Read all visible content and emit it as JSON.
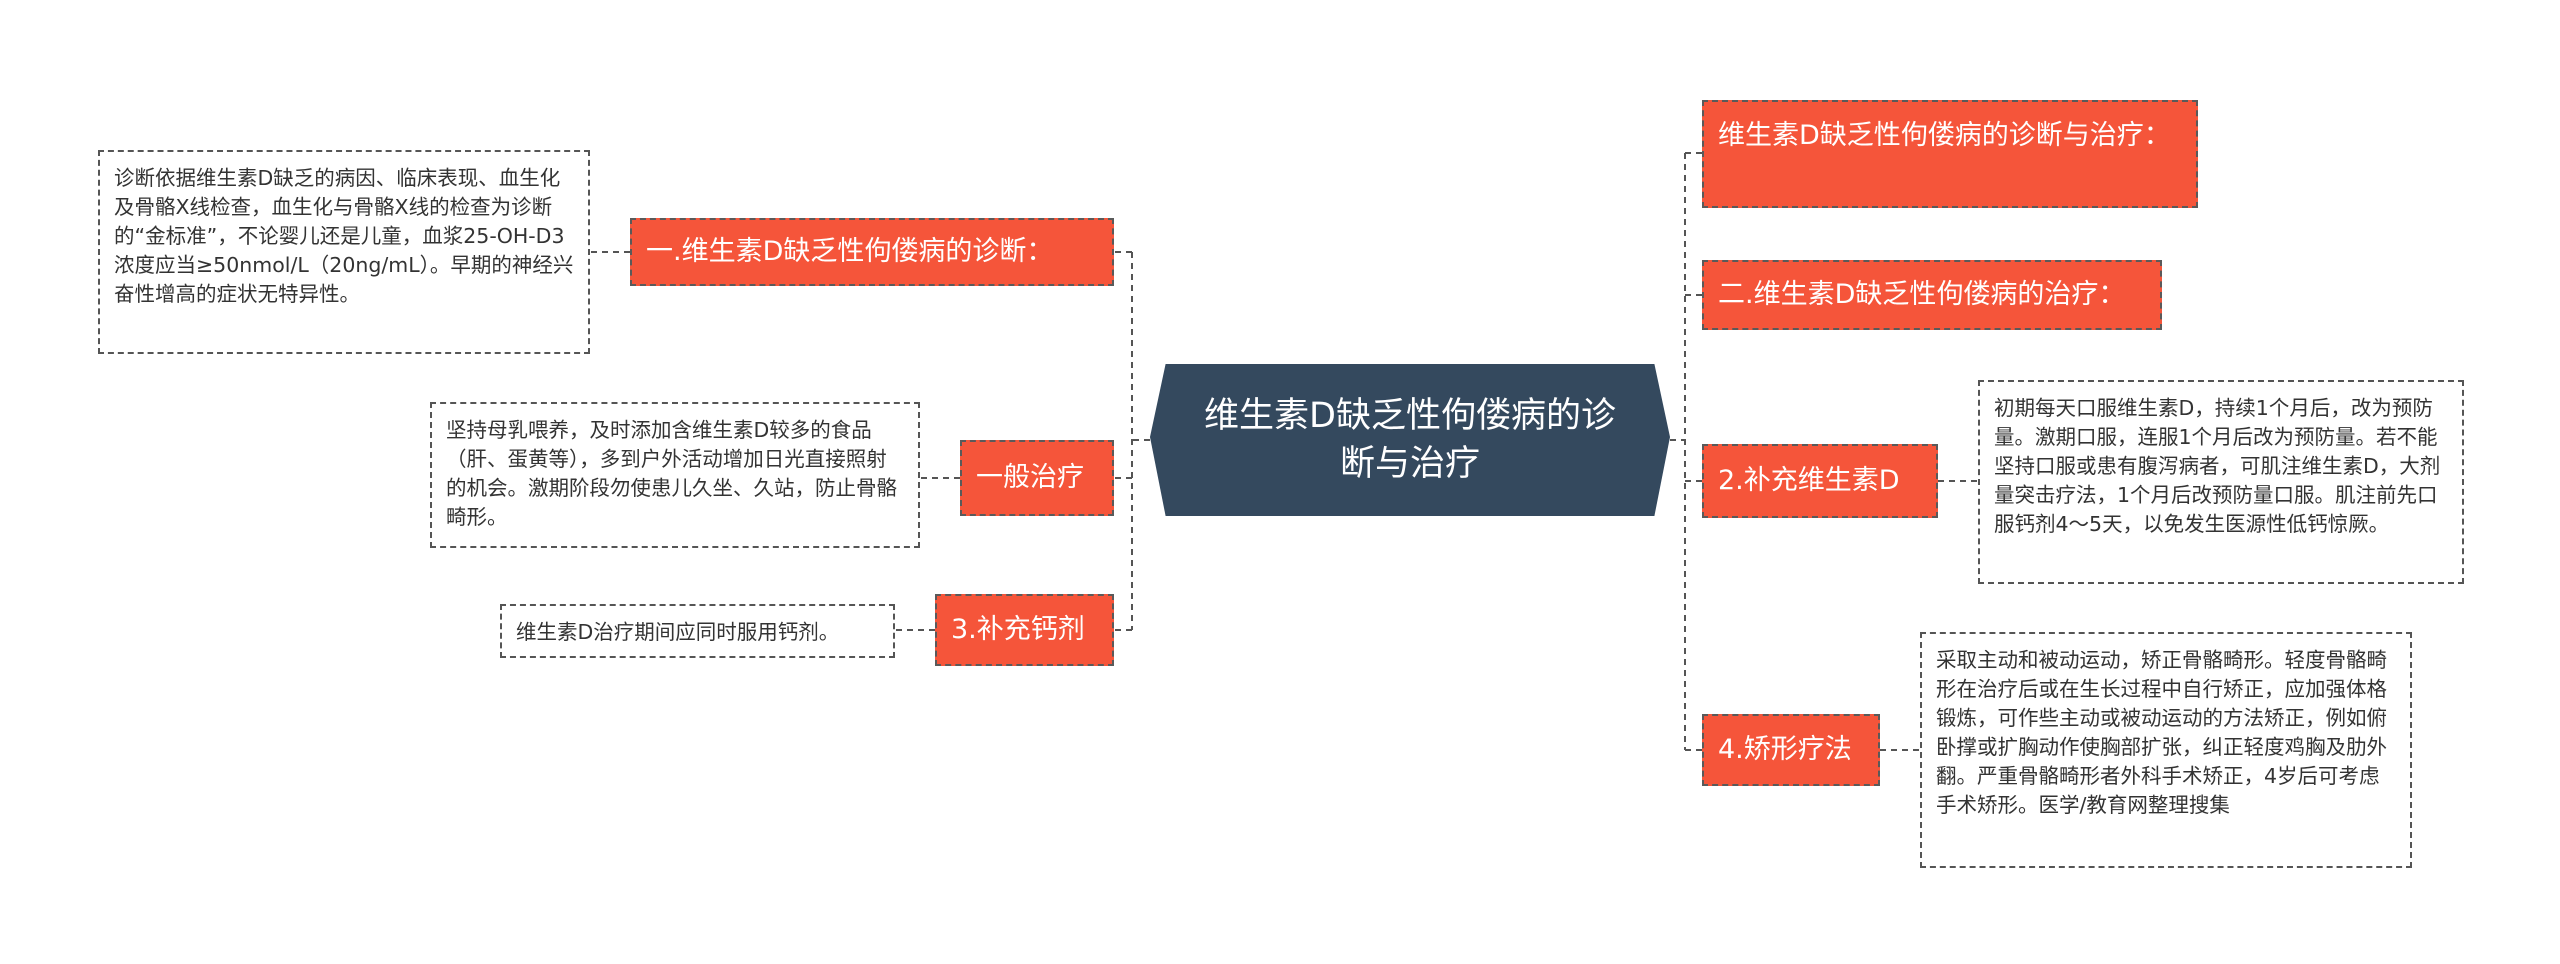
{
  "center": {
    "title": "维生素D缺乏性佝偻病的诊断与治疗"
  },
  "left": [
    {
      "label": "一.维生素D缺乏性佝偻病的诊断：",
      "note": "诊断依据维生素D缺乏的病因、临床表现、血生化及骨骼X线检查，血生化与骨骼X线的检查为诊断的“金标准”，不论婴儿还是儿童，血浆25-OH-D3浓度应当≥50nmol/L（20ng/mL）。早期的神经兴奋性增高的症状无特异性。"
    },
    {
      "label": "一般治疗",
      "note": "坚持母乳喂养，及时添加含维生素D较多的食品（肝、蛋黄等），多到户外活动增加日光直接照射的机会。激期阶段勿使患儿久坐、久站，防止骨骼畸形。"
    },
    {
      "label": "3.补充钙剂",
      "note": "维生素D治疗期间应同时服用钙剂。"
    }
  ],
  "right": [
    {
      "label": "维生素D缺乏性佝偻病的诊断与治疗："
    },
    {
      "label": "二.维生素D缺乏性佝偻病的治疗："
    },
    {
      "label": "2.补充维生素D",
      "note": "初期每天口服维生素D，持续1个月后，改为预防量。激期口服，连服1个月后改为预防量。若不能坚持口服或患有腹泻病者，可肌注维生素D，大剂量突击疗法，1个月后改预防量口服。肌注前先口服钙剂4～5天，以免发生医源性低钙惊厥。"
    },
    {
      "label": "4.矫形疗法",
      "note": "采取主动和被动运动，矫正骨骼畸形。轻度骨骼畸形在治疗后或在生长过程中自行矫正，应加强体格锻炼，可作些主动或被动运动的方法矫正，例如俯卧撑或扩胸动作使胸部扩张，纠正轻度鸡胸及肋外翻。严重骨骼畸形者外科手术矫正，4岁后可考虑手术矫形。医学/教育网整理搜集"
    }
  ],
  "colors": {
    "center_bg": "#34495e",
    "branch_bg": "#f5553a",
    "line": "#555555"
  }
}
